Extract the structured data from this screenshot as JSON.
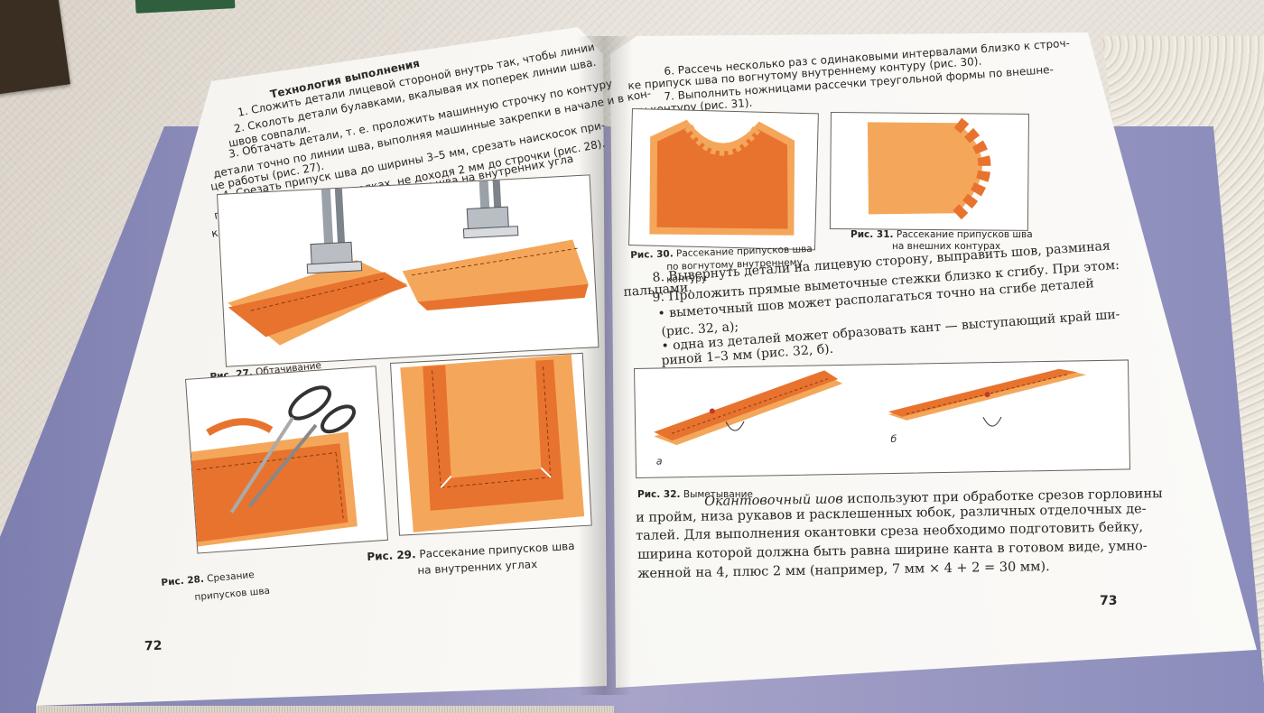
{
  "left_page": {
    "heading": "Технология выполнения",
    "lines": [
      "1. Сложить детали лицевой стороной внутрь так, чтобы линии",
      "швов совпали.",
      "2. Сколоть детали булавками, вкалывая их поперек линии шва.",
      "3. Обтачать детали, т. е. проложить машинную строчку по контуру",
      "детали точно по линии шва, выполняя машинные закрепки в начале и в кон-",
      "це работы (рис. 27).",
      "4. Срезать припуск шва до ширины 3–5 мм, срезать наискосок при-",
      "пуски шва на внешних уголках, не доходя 2 мм до строчки (рис. 28).",
      "5. Рассечь близко к строчке припуск шва на внутренних угла",
      "ках (рис. 29)."
    ],
    "fig27_caption_num": "Рис. 27.",
    "fig27_caption": "Обтачивание",
    "fig28_caption_num": "Рис. 28.",
    "fig28_caption_1": "Срезание",
    "fig28_caption_2": "припусков шва",
    "fig29_caption_num": "Рис. 29.",
    "fig29_caption_1": "Рассекание припусков шва",
    "fig29_caption_2": "на внутренних углах",
    "page_number": "72"
  },
  "right_page": {
    "lines": [
      "6. Рассечь несколько раз с одинаковыми интервалами близко к строч-",
      "ке припуск шва по вогнутому внутреннему контуру (рис. 30).",
      "7. Выполнить ножницами рассечки треугольной формы по внешне-",
      "му контуру (рис. 31)."
    ],
    "fig30_caption_num": "Рис. 30.",
    "fig30_caption_1": "Рассекание припусков шва",
    "fig30_caption_2": "по вогнутому внутреннему",
    "fig30_caption_3": "контуру",
    "fig31_caption_num": "Рис. 31.",
    "fig31_caption_1": "Рассекание припусков шва",
    "fig31_caption_2": "на внешних контурах",
    "lines2": [
      "8. Вывернуть детали на лицевую сторону, выправить шов, разминая",
      "пальцами.",
      "9. Проложить прямые выметочные стежки близко к сгибу. При этом:",
      "• выметочный шов может располагаться точно на сгибе деталей",
      "(рис. 32, а);",
      "• одна из деталей может образовать кант — выступающий край ши-",
      "риной 1–3 мм (рис. 32, б)."
    ],
    "fig32_label_a": "а",
    "fig32_label_b": "б",
    "fig32_caption_num": "Рис. 32.",
    "fig32_caption": "Выметывание",
    "para_term": "Окантовочный шов",
    "para_lines": [
      " используют при обработке срезов горловины",
      "и пройм, низа рукавов и расклешенных юбок, различных отделочных де-",
      "талей. Для выполнения окантовки среза необходимо подготовить бейку,",
      "ширина которой должна быть равна ширине канта в готовом виде, умно-",
      "женной на 4, плюс 2 мм (например, 7 мм × 4 + 2 = 30 мм)."
    ],
    "page_number": "73"
  },
  "colors": {
    "fabric_orange": "#e8732e",
    "fabric_light": "#f4a75a",
    "cover_purple": "#9b98c4"
  }
}
